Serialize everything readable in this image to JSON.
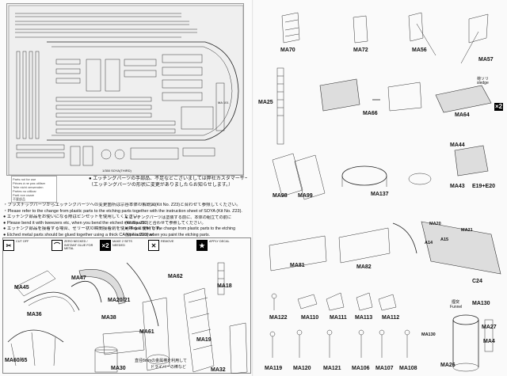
{
  "left_page": {
    "sheet": {
      "side_label": "MA 101",
      "bottom_label": "1/350 SOYA(THIRD)",
      "note_lines": [
        "Parts not for use",
        "Pièces à ne pas utiliser",
        "Teile nicht verwenden",
        "Partes no utilizar",
        "Parti non usare",
        "不要部品",
        "不要部品"
      ]
    },
    "jp_lines": [
      "● エッチングパーツの手部品、不足などございましては弊社カスタマーサービスまでお問い合わせ下さい。",
      "（エッチングパーツの形状に変更がありましたらお知らせします。）"
    ],
    "change_heading_jp": "・プラスチックパーツからエッチングパーツへの変更箇所は宗谷本体の解説図(Kit No. Z23)と合わせて参照してください。",
    "change_heading_en": "・Please refer to the change from plastic parts to the etching parts together with the instruction sheet of SOYA (Kit No. Z23).",
    "bullets_left": [
      "● エッチング部品をお使いになる際はピンセットを使用してください。",
      "● Please bend it with tweezers etc, when you bend the etched metal parts.",
      "● エッチング部品を接着する場合、ゼリー状の瞬間接着剤を使用すると便利です。",
      "● Etched metal parts should be glued together using a thick CA type adhesive."
    ],
    "bullets_right": [
      "● エッチングパーツは塗装する前に、本体の組立ての前に",
      "(Kit No. Z23)と合わせて参照してください。",
      "● Please refer to the change from plastic parts to the etching",
      "(Kit No. Z23) when you paint the etching parts."
    ],
    "legend": [
      {
        "icon": "✂",
        "text": "CUT OFF"
      },
      {
        "icon": "⌒",
        "text": "ZERO NECKED / INSTANT GLUE FOR METAL"
      },
      {
        "icon": "×2",
        "text": "MAKE 2 SETS NEEDED"
      },
      {
        "icon": "✕",
        "text": "REMOVE"
      },
      {
        "icon": "★",
        "text": "APPLY DECAL"
      }
    ],
    "parts": [
      "MA47",
      "MA62",
      "MA18",
      "MA45",
      "MA20/21",
      "MA36",
      "MA38",
      "MA61",
      "MA19",
      "MA30",
      "MA32",
      "MA60/65"
    ],
    "jp_caption_bottom": "直径8mmの金属棒を利用して",
    "jp_caption_bottom2": "ドライバーの棒など"
  },
  "right_page": {
    "parts_top": [
      "MA70",
      "MA72",
      "MA56",
      "MA57",
      "MA25",
      "MA66",
      "MA64",
      "MA44",
      "MA98",
      "MA99",
      "MA137",
      "MA43",
      "E19+E20"
    ],
    "sledge_label": "荷ソリ",
    "sledge_en": "sledge",
    "x2": "×2",
    "parts_mid": [
      "MA20",
      "MA21",
      "A14",
      "A15",
      "MA81",
      "MA82",
      "C24"
    ],
    "figures_row1": [
      "MA122",
      "MA110",
      "MA111",
      "MA113",
      "MA112"
    ],
    "funnel_jp": "煙突",
    "funnel_en": "Funnel",
    "funnel_parts": [
      "MA130",
      "MA27",
      "MA4",
      "MA26"
    ],
    "figures_row2": [
      "MA119",
      "MA120",
      "MA121",
      "MA106",
      "MA107",
      "MA108"
    ],
    "figure_mark": "MA130"
  }
}
